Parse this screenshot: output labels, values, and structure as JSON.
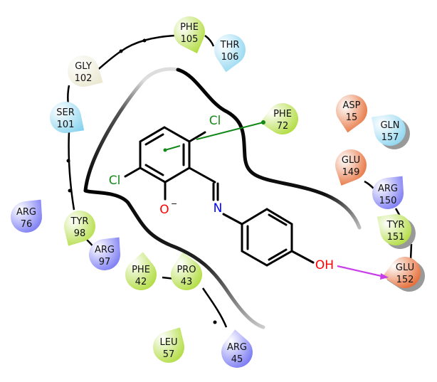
{
  "colors": {
    "hydrophobic": "#a8d82a",
    "polar": "#7fd0ee",
    "glycine": "#e8e6cc",
    "negative": "#e25a1c",
    "positive": "#6a6af2",
    "halogen": "#14891a",
    "oxygen": "#ff0000",
    "nitrogen": "#0000ff",
    "hbond": "#c83ee8",
    "pi_stack": "#14891a"
  },
  "residues": [
    {
      "name": "PHE",
      "num": "105",
      "type": "hydrophobic"
    },
    {
      "name": "THR",
      "num": "106",
      "type": "polar"
    },
    {
      "name": "GLY",
      "num": "102",
      "type": "glycine"
    },
    {
      "name": "SER",
      "num": "101",
      "type": "polar"
    },
    {
      "name": "PHE",
      "num": "72",
      "type": "hydrophobic"
    },
    {
      "name": "ASP",
      "num": "15",
      "type": "negative"
    },
    {
      "name": "GLN",
      "num": "157",
      "type": "polar"
    },
    {
      "name": "GLU",
      "num": "149",
      "type": "negative"
    },
    {
      "name": "ARG",
      "num": "150",
      "type": "positive"
    },
    {
      "name": "ARG",
      "num": "76",
      "type": "positive"
    },
    {
      "name": "TYR",
      "num": "98",
      "type": "hydrophobic"
    },
    {
      "name": "ARG",
      "num": "97",
      "type": "positive"
    },
    {
      "name": "TYR",
      "num": "151",
      "type": "hydrophobic"
    },
    {
      "name": "PHE",
      "num": "42",
      "type": "hydrophobic"
    },
    {
      "name": "PRO",
      "num": "43",
      "type": "hydrophobic"
    },
    {
      "name": "GLU",
      "num": "152",
      "type": "negative"
    },
    {
      "name": "LEU",
      "num": "57",
      "type": "hydrophobic"
    },
    {
      "name": "ARG",
      "num": "45",
      "type": "positive"
    }
  ],
  "ligand": {
    "cl_top": "Cl",
    "cl_left": "Cl",
    "oxygen_anion": "O",
    "charge": "−",
    "nitrogen": "N",
    "hydroxyl": "OH"
  }
}
